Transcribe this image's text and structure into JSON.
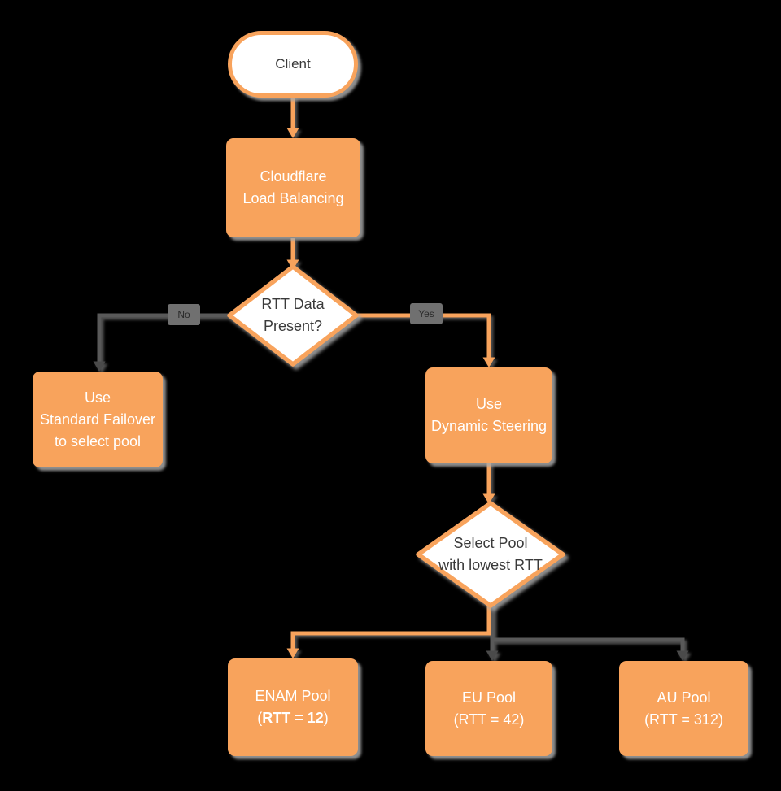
{
  "diagram_type": "flowchart",
  "colors": {
    "background": "#000000",
    "node_fill": "#F8A35C",
    "node_text": "#FFFFFF",
    "decision_fill": "#FFFFFF",
    "decision_border": "#F8A35C",
    "decision_text": "#3A3A3A",
    "connector_orange": "#F8A35C",
    "connector_gray": "#595959",
    "arrowhead_gray": "#4A4A4A",
    "shadow_gray": "#A8A8A8",
    "edge_label_bg": "#707070",
    "edge_label_text": "#2A2A2A"
  },
  "nodes": {
    "client": {
      "label": "Client"
    },
    "load_balancing": {
      "lines": [
        "Cloudflare",
        "Load Balancing"
      ]
    },
    "rtt_decision": {
      "lines": [
        "RTT Data",
        "Present?"
      ]
    },
    "standard_failover": {
      "lines": [
        "Use",
        "Standard Failover",
        "to select pool"
      ]
    },
    "dynamic_steering": {
      "lines": [
        "Use",
        "Dynamic Steering"
      ]
    },
    "pool_decision": {
      "lines": [
        "Select Pool",
        "with lowest RTT"
      ]
    },
    "enam_pool": {
      "title": "ENAM Pool",
      "paren_open": "(",
      "rtt_bold": "RTT = 12",
      "paren_close": ")"
    },
    "eu_pool": {
      "title": "EU Pool",
      "rtt": "(RTT = 42)"
    },
    "au_pool": {
      "title": "AU Pool",
      "rtt": "(RTT = 312)"
    }
  },
  "edges": {
    "no_label": "No",
    "yes_label": "Yes",
    "connections": [
      {
        "from": "client",
        "to": "load_balancing",
        "color": "orange"
      },
      {
        "from": "load_balancing",
        "to": "rtt_decision",
        "color": "orange"
      },
      {
        "from": "rtt_decision",
        "to": "standard_failover",
        "label": "No",
        "color": "gray"
      },
      {
        "from": "rtt_decision",
        "to": "dynamic_steering",
        "label": "Yes",
        "color": "orange"
      },
      {
        "from": "dynamic_steering",
        "to": "pool_decision",
        "color": "orange"
      },
      {
        "from": "pool_decision",
        "to": "enam_pool",
        "color": "orange"
      },
      {
        "from": "pool_decision",
        "to": "eu_pool",
        "color": "gray"
      },
      {
        "from": "pool_decision",
        "to": "au_pool",
        "color": "gray"
      }
    ]
  }
}
